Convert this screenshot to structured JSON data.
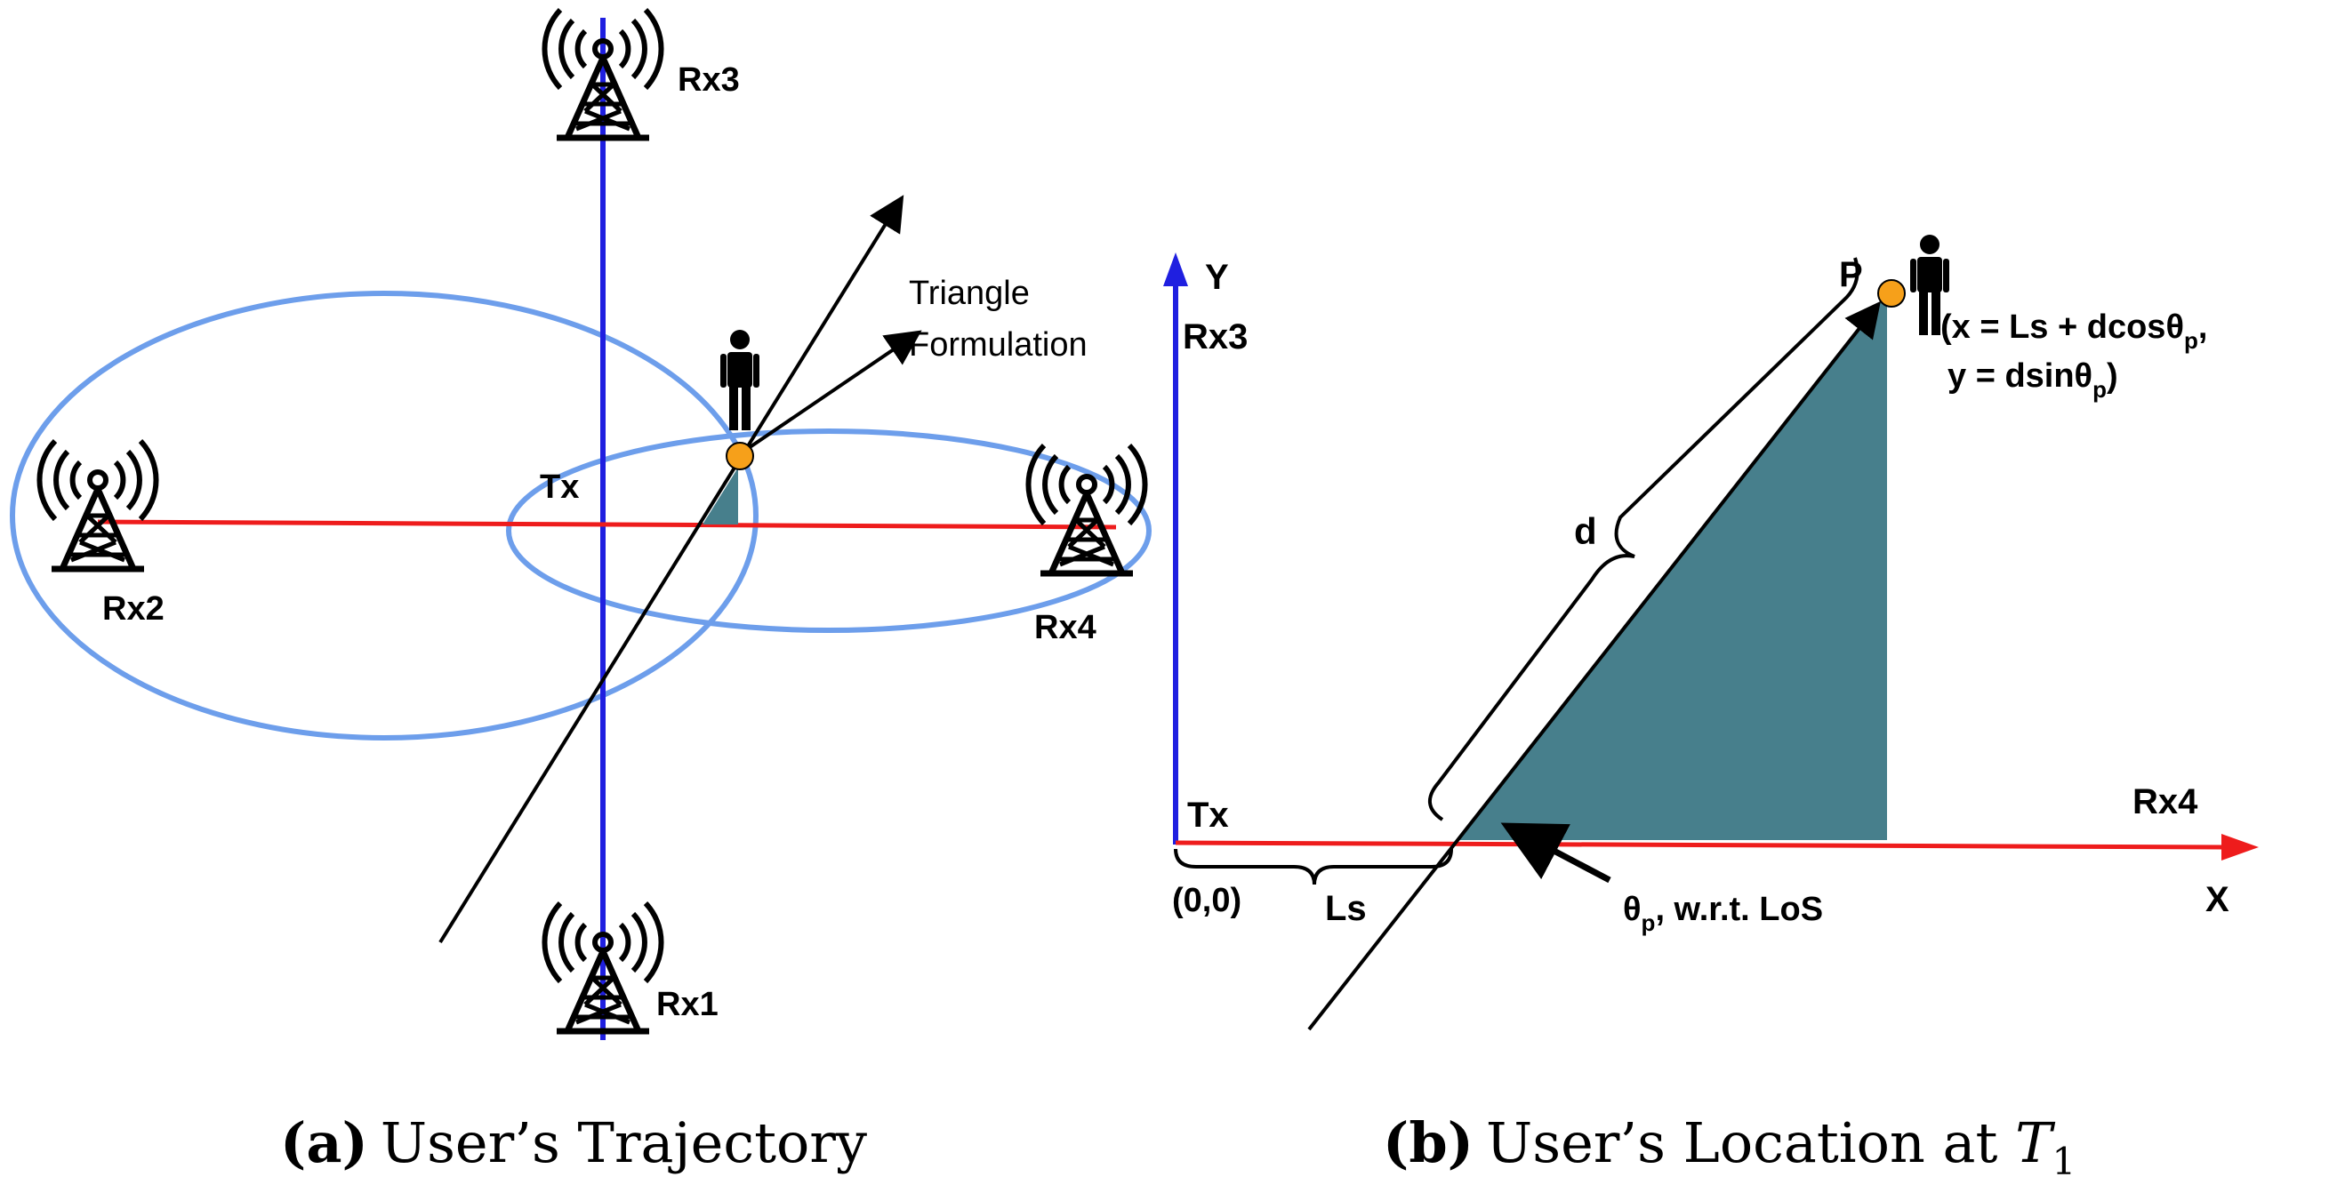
{
  "colors": {
    "blue_axis": "#1f1fe0",
    "red_axis": "#ee1c1c",
    "ellipse": "#6d9eeb",
    "triangle": "#477f8c",
    "user_dot": "#f6a01a",
    "arrow": "#000000"
  },
  "icons": {
    "receiver": "radio-tower-icon",
    "user": "person-icon"
  },
  "panel_a": {
    "rx1": "Rx1",
    "rx2": "Rx2",
    "rx3": "Rx3",
    "rx4": "Rx4",
    "tx": "Tx",
    "triangle_line1": "Triangle",
    "triangle_line2": "Formulation",
    "caption_bold": "(a)",
    "caption_text": "User’s Trajectory"
  },
  "panel_b": {
    "y_axis": "Y",
    "x_axis": "X",
    "rx3": "Rx3",
    "rx4": "Rx4",
    "tx": "Tx",
    "origin": "(0,0)",
    "ls": "Ls",
    "d": "d",
    "p": "P",
    "coord_line1_a": "(x = Ls + dcosθ",
    "coord_line1_sub": "p",
    "coord_line1_b": ",",
    "coord_line2_a": "y = dsinθ",
    "coord_line2_sub": "p",
    "coord_line2_b": ")",
    "angle_a": "θ",
    "angle_sub": "p",
    "angle_b": ", w.r.t. LoS",
    "caption_bold": "(b)",
    "caption_text": "User’s Location at ",
    "caption_var": "T",
    "caption_sub": "1"
  }
}
